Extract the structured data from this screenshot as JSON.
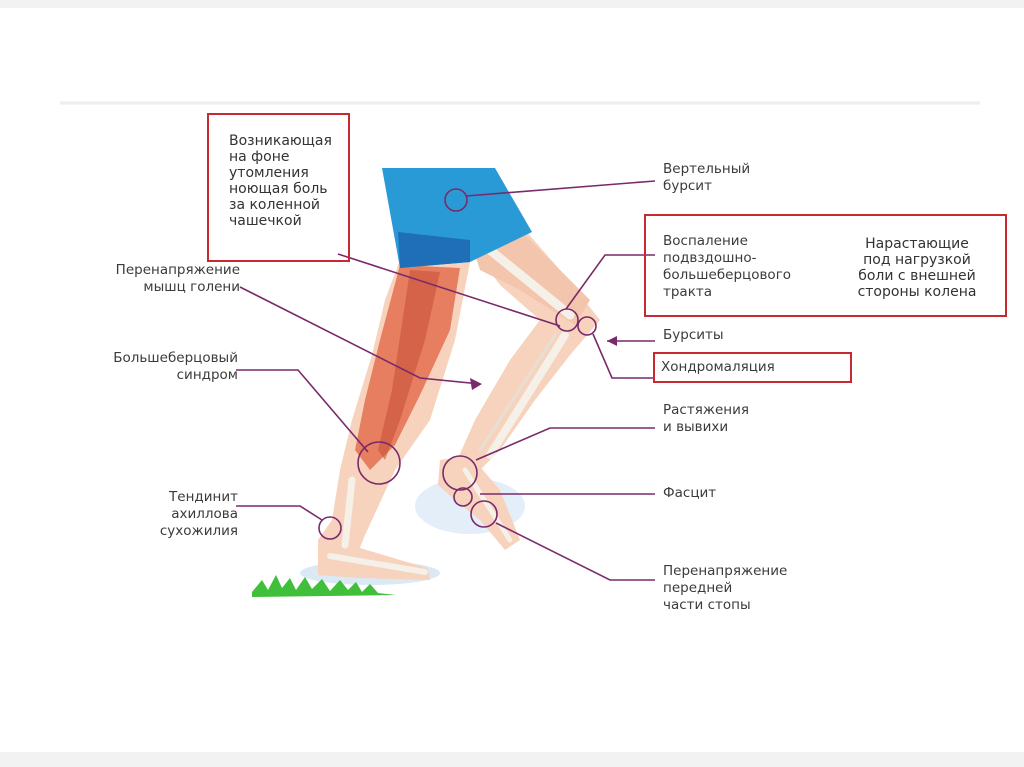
{
  "diagram": {
    "labels": {
      "trochanteric_bursitis": "Вертельный\nбурсит",
      "it_band": "Воспаление\nподвздошно-\nбольшеберцового\nтракта",
      "bursitis": "Бурситы",
      "chondromalacia": "Хондромаляция",
      "sprains": "Растяжения\nи вывихи",
      "fasciitis": "Фасцит",
      "forefoot_strain": "Перенапряжение\nпередней\nчасти стопы",
      "calf_overstrain": "Перенапряжение\nмышц голени",
      "tibial_syndrome": "Большеберцовый\nсиндром",
      "achilles_tendinitis": "Тендинит\nахиллова\nсухожилия"
    },
    "callouts": {
      "patella_pain": "Возникающая\nна фоне\nутомления\nноющая боль\nза коленной\nчашечкой",
      "lateral_knee_pain": "Нарастающие\nпод нагрузкой\nболи с внешней\nстороны колена"
    },
    "colors": {
      "callout_border": "#c62a30",
      "pointer_line": "#7a2a6a",
      "shorts": "#2a9ad6",
      "skin": "#f7d2bd",
      "muscle": "#e4704f",
      "bone": "#f5f0e8"
    }
  }
}
